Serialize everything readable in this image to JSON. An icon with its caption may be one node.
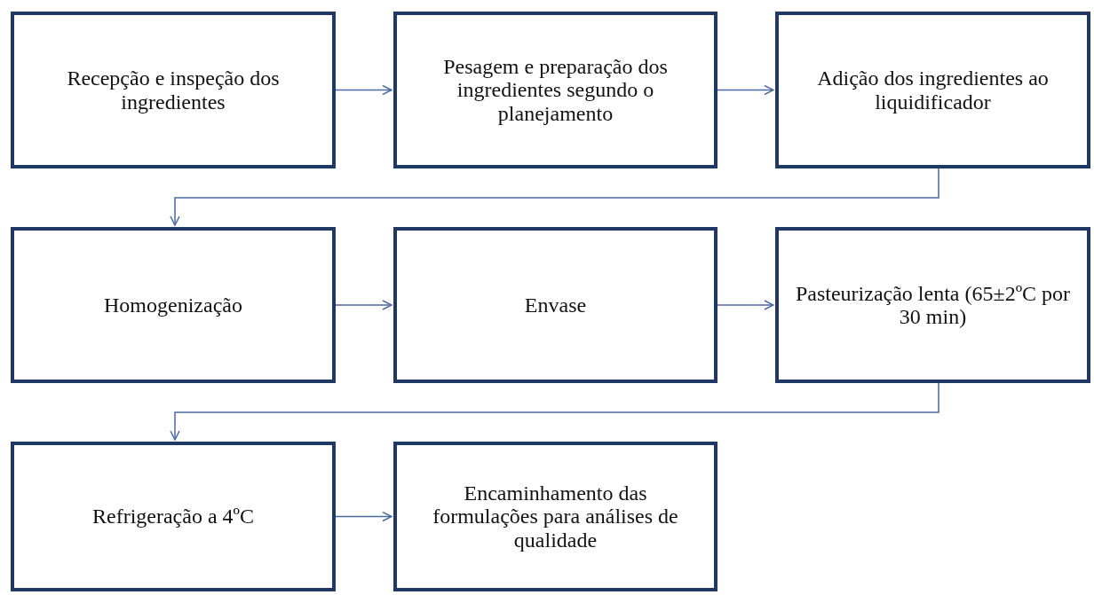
{
  "diagram": {
    "nodes": [
      {
        "text": [
          "Recepção e inspeção dos ingredientes"
        ]
      },
      {
        "text": [
          "Pesagem e preparação dos ingredientes segundo o planejamento"
        ]
      },
      {
        "text": [
          "Adição dos ingredientes ao liquidificador"
        ]
      },
      {
        "text": [
          "Homogenização"
        ]
      },
      {
        "text": [
          "Envase"
        ]
      },
      {
        "text": [
          "Pasteurização lenta (65±2ºC por 30 min)"
        ]
      },
      {
        "text": [
          "Refrigeração a 4ºC"
        ]
      },
      {
        "text": [
          "Encaminhamento das formulações para análises de qualidade"
        ]
      }
    ],
    "edges": [
      {
        "from": 0,
        "to": 1,
        "arrow": "to"
      },
      {
        "from": 1,
        "to": 2,
        "arrow": "to"
      },
      {
        "from": 2,
        "to": 3,
        "arrow": "to"
      },
      {
        "from": 3,
        "to": 4,
        "arrow": "to"
      },
      {
        "from": 4,
        "to": 5,
        "arrow": "to"
      },
      {
        "from": 5,
        "to": 6,
        "arrow": "to"
      },
      {
        "from": 6,
        "to": 7,
        "arrow": "to"
      }
    ]
  }
}
